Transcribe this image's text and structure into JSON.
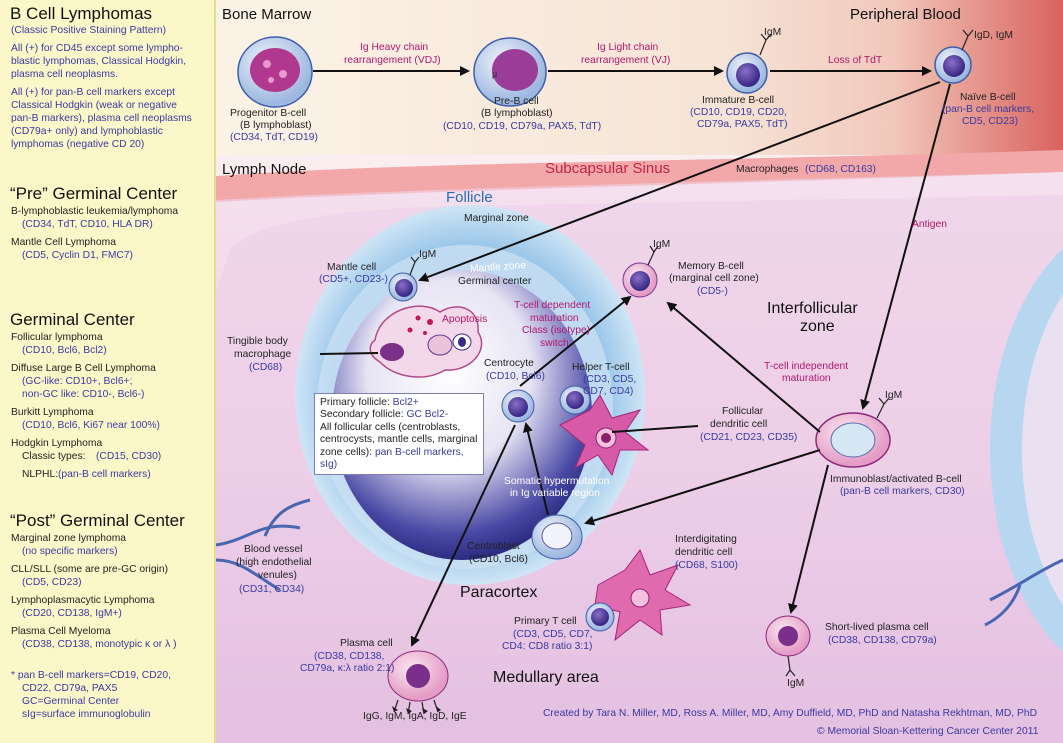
{
  "sidebar": {
    "b_cell_title": "B Cell Lymphomas",
    "b_cell_lines": [
      "(Classic Positive Staining Pattern)",
      "All (+) for CD45 except some lympho-",
      "blastic lymphomas, Classical Hodgkin,",
      "plasma cell neoplasms.",
      "All (+) for pan-B cell markers except",
      "Classical Hodgkin (weak or negative",
      "pan-B markers), plasma cell neoplasms",
      "(CD79a+ only) and lymphoblastic",
      "lymphomas (negative CD 20)"
    ],
    "pre_gc_title": "“Pre” Germinal Center",
    "pre_gc_lines": [
      {
        "name": "B-lymphoblastic leukemia/lymphoma",
        "markers": "(CD34, TdT, CD10, HLA DR)"
      },
      {
        "name": "Mantle Cell Lymphoma",
        "markers": "(CD5, Cyclin D1, FMC7)"
      }
    ],
    "gc_title": "Germinal Center",
    "gc_lines": [
      {
        "name": "Follicular lymphoma",
        "markers": "(CD10, Bcl6, Bcl2)"
      },
      {
        "name": "Diffuse Large B Cell Lymphoma",
        "markers": "(GC-like: CD10+, Bcl6+;"
      },
      {
        "name": "",
        "markers": "non-GC like: CD10-, Bcl6-)"
      },
      {
        "name": "Burkitt Lymphoma",
        "markers": "(CD10, Bcl6, Ki67 near 100%)"
      },
      {
        "name": "Hodgkin Lymphoma",
        "markers": ""
      },
      {
        "name": "Classic types:",
        "markers": "(CD15, CD30)"
      },
      {
        "name": "NLPHL:",
        "markers": "(pan-B cell markers)"
      }
    ],
    "post_gc_title": "“Post” Germinal Center",
    "post_gc_lines": [
      {
        "name": "Marginal zone lymphoma",
        "markers": "(no specific markers)"
      },
      {
        "name": "CLL/SLL (some are pre-GC origin)",
        "markers": "(CD5, CD23)"
      },
      {
        "name": "Lymphoplasmacytic Lymphoma",
        "markers": "(CD20, CD138, IgM+)"
      },
      {
        "name": "Plasma Cell Myeloma",
        "markers": "(CD38, CD138, monotypic κ or λ )"
      }
    ],
    "footnote_lines": [
      "*  pan B-cell markers=CD19, CD20,",
      "CD22, CD79a, PAX5",
      "GC=Germinal Center",
      "sIg=surface immunoglobulin"
    ]
  },
  "regions": {
    "bone_marrow": "Bone Marrow",
    "peripheral_blood": "Peripheral Blood",
    "lymph_node": "Lymph Node",
    "subcapsular_sinus": "Subcapsular Sinus",
    "follicle": "Follicle",
    "marginal_zone": "Marginal zone",
    "mantle_zone": "Mantle zone",
    "germinal_center": "Germinal center",
    "interfollicular_1": "Interfollicular",
    "interfollicular_2": "zone",
    "paracortex": "Paracortex",
    "medullary": "Medullary area"
  },
  "arrows": {
    "heavy_1": "Ig Heavy chain",
    "heavy_2": "rearrangement (VDJ)",
    "light_1": "Ig Light chain",
    "light_2": "rearrangement (VJ)",
    "tdt": "Loss of TdT",
    "antigen": "Antigen",
    "tdep_1": "T-cell dependent",
    "tdep_2": "maturation",
    "tdep_3": "Class (isotype)",
    "tdep_4": "switch",
    "tind_1": "T-cell independent",
    "tind_2": "maturation",
    "apoptosis": "Apoptosis",
    "somatic_1": "Somatic hypermutation",
    "somatic_2": "in Ig variable region"
  },
  "cells": {
    "progenitor": {
      "name1": "Progenitor B-cell",
      "name2": "(B lymphoblast)",
      "markers": "(CD34, TdT, CD19)"
    },
    "preb": {
      "name1": "Pre-B cell",
      "name2": "(B lymphoblast)",
      "markers": "(CD10, CD19, CD79a, PAX5, TdT)",
      "mu": "μ"
    },
    "immature": {
      "name1": "Immature B-cell",
      "markers1": "(CD10, CD19,  CD20,",
      "markers2": "CD79a, PAX5, TdT)",
      "ig": "IgM"
    },
    "naive": {
      "name1": "Naïve B-cell",
      "markers1": "(pan-B cell markers,",
      "markers2": "CD5, CD23)",
      "ig": "IgD, IgM"
    },
    "macrophages": {
      "name": "Macrophages",
      "markers": "(CD68, CD163)"
    },
    "mantle": {
      "name": "Mantle cell",
      "markers": "(CD5+, CD23-)",
      "ig": "IgM"
    },
    "memory": {
      "name1": "Memory B-cell",
      "name2": "(marginal cell zone)",
      "markers": "(CD5-)",
      "ig": "IgM"
    },
    "tingible": {
      "name1": "Tingible body",
      "name2": "macrophage",
      "markers": "(CD68)"
    },
    "centrocyte": {
      "name": "Centrocyte",
      "markers": "(CD10, Bcl6)"
    },
    "helper": {
      "name": "Helper T-cell",
      "markers1": "(CD3, CD5,",
      "markers2": "CD7, CD4)"
    },
    "fdc": {
      "name1": "Follicular",
      "name2": "dendritic cell",
      "markers": "(CD21, CD23, CD35)"
    },
    "immunoblast": {
      "name": "Immunoblast/activated B-cell",
      "markers": "(pan-B cell markers, CD30)",
      "ig": "IgM"
    },
    "centroblast": {
      "name": "Centroblast",
      "markers": "(CD10, Bcl6)"
    },
    "idc": {
      "name1": "Interdigitating",
      "name2": "dendritic cell",
      "markers": "(CD68, S100)"
    },
    "blood_vessel": {
      "name1": "Blood vessel",
      "name2": "(high endothelial",
      "name3": "venules)",
      "markers": "(CD31, CD34)"
    },
    "primary_t": {
      "name": "Primary T cell",
      "markers1": "(CD3, CD5, CD7,",
      "markers2": "CD4: CD8 ratio 3:1)"
    },
    "plasma": {
      "name": "Plasma cell",
      "markers1": "(CD38, CD138,",
      "markers2": "CD79a, κ:λ ratio 2:1)",
      "igs": "IgG, IgM, IgA, IgD, IgE"
    },
    "shortlived": {
      "name": "Short-lived plasma cell",
      "markers": "(CD38, CD138, CD79a)",
      "ig": "IgM"
    }
  },
  "callout": {
    "primary_label": "Primary follicle: ",
    "primary_marker": "Bcl2+",
    "secondary_label": "Secondary follicle: ",
    "secondary_marker": "GC Bcl2-",
    "all_text": "All follicular cells (centroblasts, centrocysts, mantle cells, marginal zone cells): ",
    "all_markers": "pan B-cell markers, sIg)"
  },
  "credits": {
    "line1": "Created by Tara N. Miller, MD,  Ross A. Miller, MD,  Amy Duffield, MD, PhD and Natasha Rekhtman, MD, PhD",
    "line2": "© Memorial Sloan-Kettering Cancer Center 2011"
  }
}
